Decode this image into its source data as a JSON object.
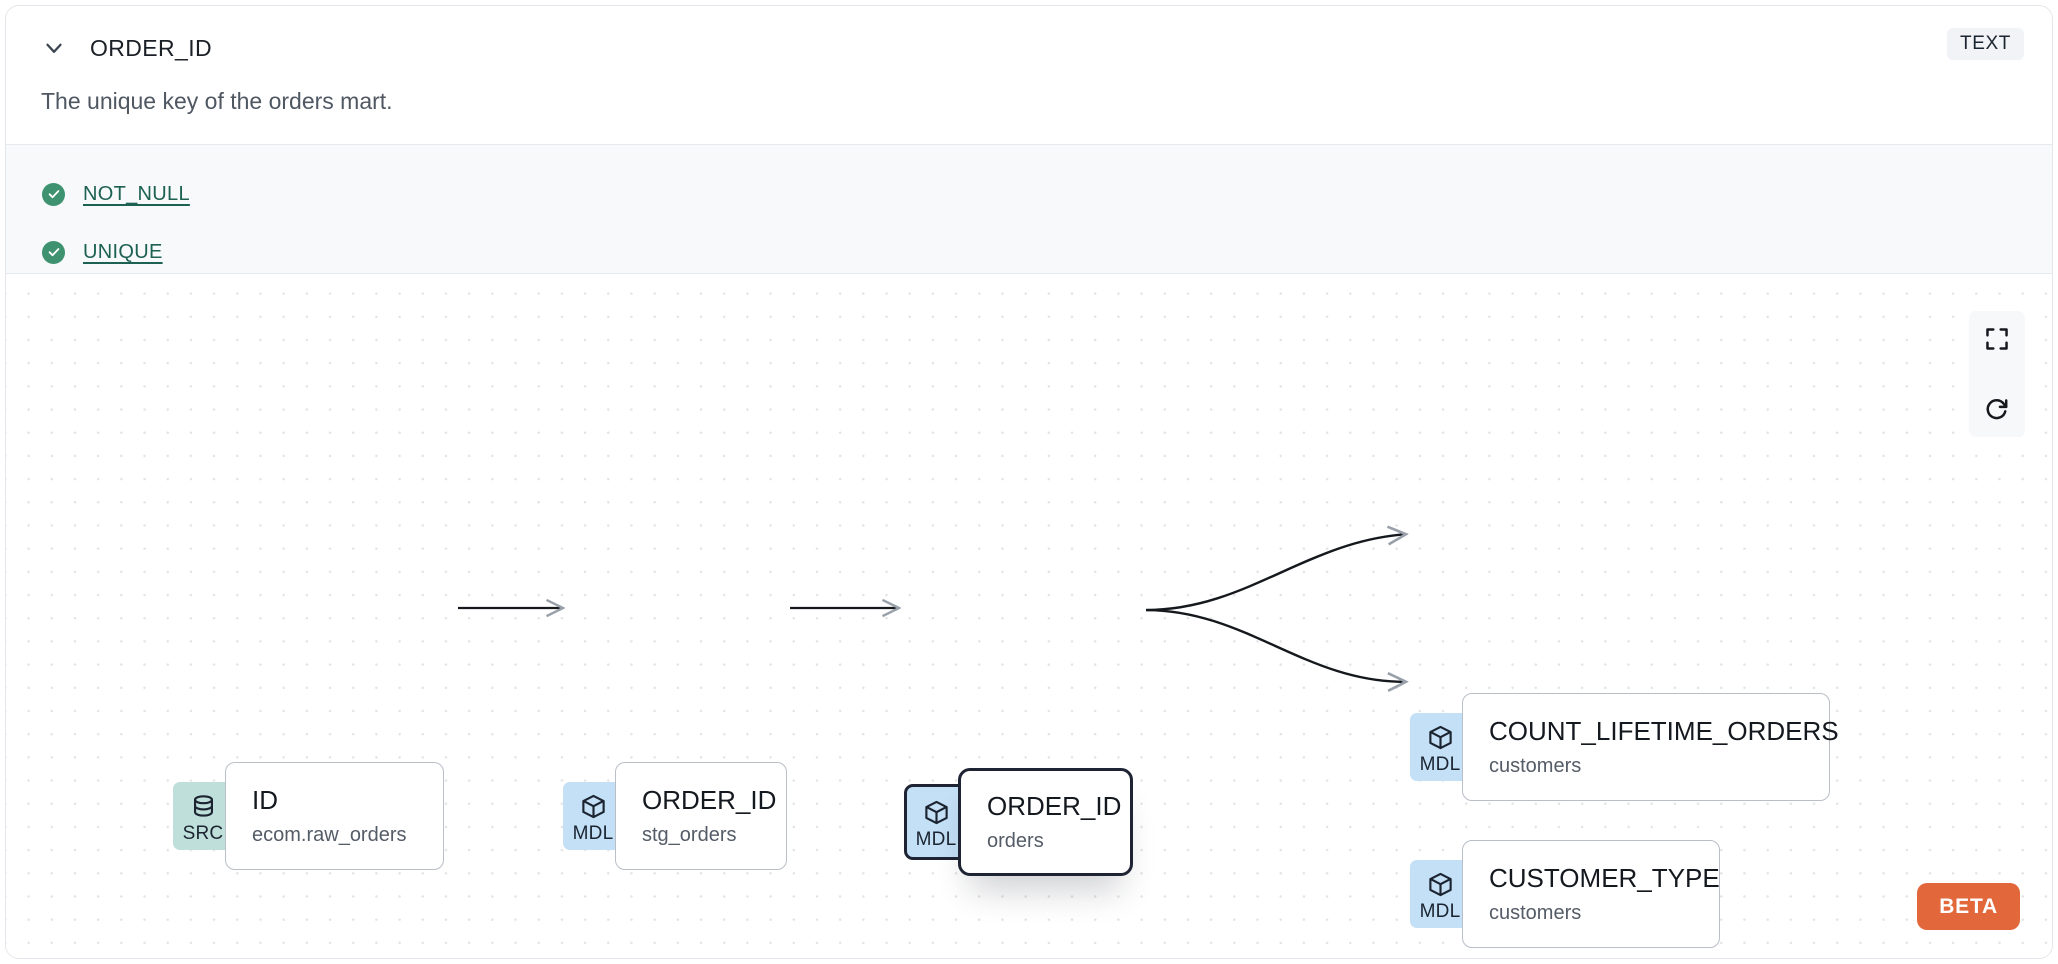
{
  "header": {
    "chevron_icon": "chevron-down-icon",
    "column_name": "ORDER_ID",
    "type_badge": "TEXT",
    "description": "The unique key of the orders mart."
  },
  "tests": [
    {
      "icon": "check-circle-icon",
      "label": "NOT_NULL",
      "status": "passed"
    },
    {
      "icon": "check-circle-icon",
      "label": "UNIQUE",
      "status": "passed"
    }
  ],
  "lineage": {
    "nodes": [
      {
        "id": "n1",
        "badge": "SRC",
        "badge_icon": "database-icon",
        "name": "ID",
        "sub": "ecom.raw_orders",
        "selected": false
      },
      {
        "id": "n2",
        "badge": "MDL",
        "badge_icon": "cube-icon",
        "name": "ORDER_ID",
        "sub": "stg_orders",
        "selected": false
      },
      {
        "id": "n3",
        "badge": "MDL",
        "badge_icon": "cube-icon",
        "name": "ORDER_ID",
        "sub": "orders",
        "selected": true
      },
      {
        "id": "n4",
        "badge": "MDL",
        "badge_icon": "cube-icon",
        "name": "COUNT_LIFETIME_ORDERS",
        "sub": "customers",
        "selected": false
      },
      {
        "id": "n5",
        "badge": "MDL",
        "badge_icon": "cube-icon",
        "name": "CUSTOMER_TYPE",
        "sub": "customers",
        "selected": false
      }
    ],
    "edges": [
      {
        "from": "n1",
        "to": "n2"
      },
      {
        "from": "n2",
        "to": "n3"
      },
      {
        "from": "n3",
        "to": "n4"
      },
      {
        "from": "n3",
        "to": "n5"
      }
    ]
  },
  "controls": [
    {
      "icon": "fit-view-icon",
      "name": "fit-view"
    },
    {
      "icon": "refresh-icon",
      "name": "refresh"
    }
  ],
  "beta_badge": "BETA",
  "colors": {
    "src_badge": "#bfdfdb",
    "mdl_badge": "#c3e0f6",
    "test_pass": "#3f9270",
    "link": "#1d6152",
    "beta": "#e2683c",
    "selected_border": "#1e2433"
  }
}
